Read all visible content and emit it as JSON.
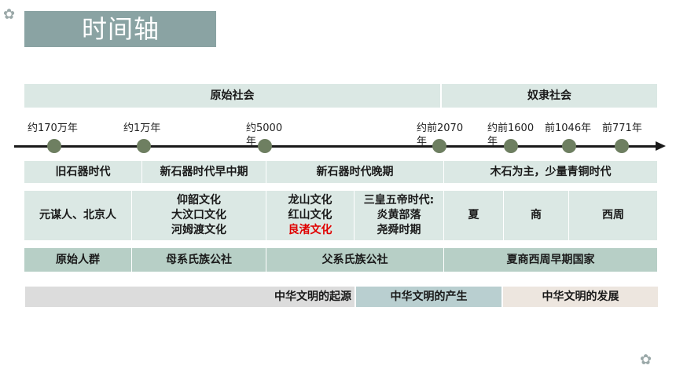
{
  "title": "时间轴",
  "era": {
    "primitive": "原始社会",
    "slave": "奴隶社会"
  },
  "ticks": [
    {
      "label": "约170万年"
    },
    {
      "label": "约1万年"
    },
    {
      "label": "约5000年"
    },
    {
      "label": "约前2070年"
    },
    {
      "label": "约前1600年"
    },
    {
      "label": "前1046年"
    },
    {
      "label": "前771年"
    }
  ],
  "periods": [
    "旧石器时代",
    "新石器时代早中期",
    "新石器时代晚期",
    "木石为主，少量青铜时代"
  ],
  "cultures": {
    "c1": "元谋人、北京人",
    "c2": [
      "仰韶文化",
      "大汶口文化",
      "河姆渡文化"
    ],
    "c3": [
      "龙山文化",
      "红山文化",
      "良渚文化"
    ],
    "c4": [
      "三皇五帝时代:",
      "炎黄部落",
      "尧舜时期"
    ],
    "c5": "夏",
    "c6": "商",
    "c7": "西周"
  },
  "social": [
    "原始人群",
    "母系氏族公社",
    "父系氏族公社",
    "夏商西周早期国家"
  ],
  "civilization": [
    "中华文明的起源",
    "中华文明的产生",
    "中华文明的发展"
  ],
  "colors": {
    "title_bg": "#8aa3a3",
    "light_band": "#dbe8e4",
    "mid_band": "#b7cfc6",
    "dot": "#6e7f61",
    "highlight": "#e00000"
  },
  "icons": [
    "plum-blossom-icon"
  ]
}
